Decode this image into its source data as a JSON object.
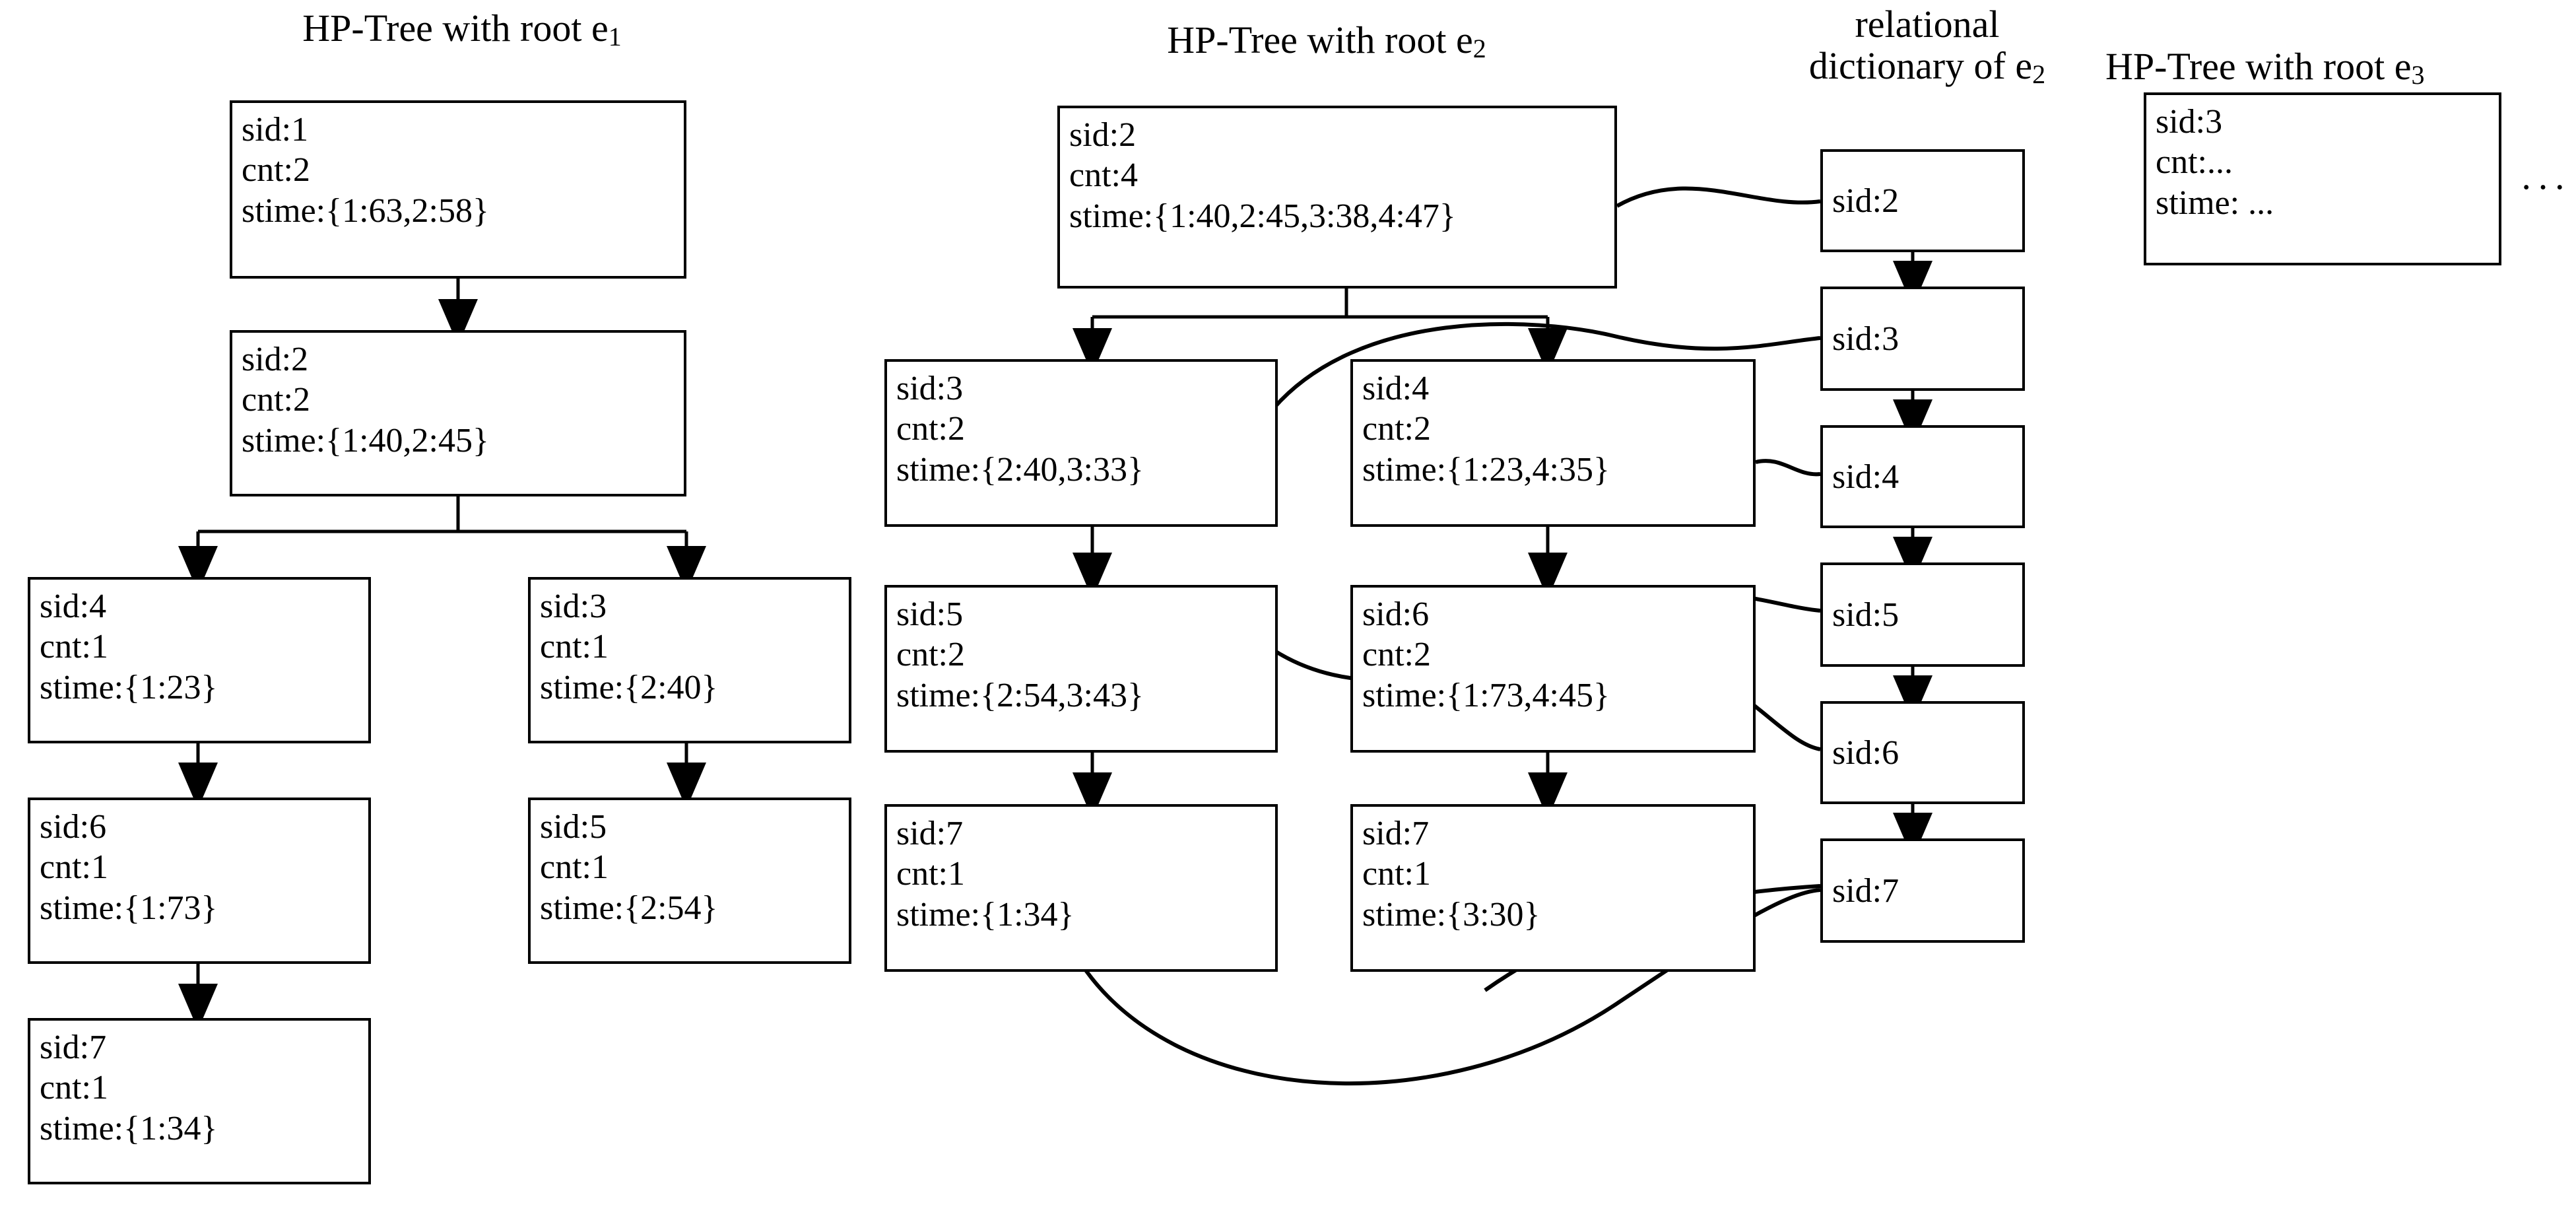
{
  "figure": {
    "background": "#ffffff",
    "stroke": "#000000",
    "ellipsis": "···"
  },
  "titles": {
    "tree1": {
      "text": "HP-Tree with root e",
      "sub": "1"
    },
    "tree2": {
      "text": "HP-Tree with root e",
      "sub": "2"
    },
    "dictionary": {
      "line1": "relational",
      "line2": "dictionary of e",
      "sub": "2"
    },
    "tree3": {
      "text": "HP-Tree with root e",
      "sub": "3"
    }
  },
  "tree1": {
    "nodes": [
      {
        "id": "t1n1",
        "sid": "sid:1",
        "cnt": "cnt:2",
        "stime": "stime:{1:63,2:58}"
      },
      {
        "id": "t1n2",
        "sid": "sid:2",
        "cnt": "cnt:2",
        "stime": "stime:{1:40,2:45}"
      },
      {
        "id": "t1n3",
        "sid": "sid:4",
        "cnt": "cnt:1",
        "stime": "stime:{1:23}"
      },
      {
        "id": "t1n4",
        "sid": "sid:3",
        "cnt": "cnt:1",
        "stime": "stime:{2:40}"
      },
      {
        "id": "t1n5",
        "sid": "sid:6",
        "cnt": "cnt:1",
        "stime": "stime:{1:73}"
      },
      {
        "id": "t1n6",
        "sid": "sid:5",
        "cnt": "cnt:1",
        "stime": "stime:{2:54}"
      },
      {
        "id": "t1n7",
        "sid": "sid:7",
        "cnt": "cnt:1",
        "stime": "stime:{1:34}"
      }
    ]
  },
  "tree2": {
    "nodes": [
      {
        "id": "t2n1",
        "sid": "sid:2",
        "cnt": "cnt:4",
        "stime": "stime:{1:40,2:45,3:38,4:47}"
      },
      {
        "id": "t2n2",
        "sid": "sid:3",
        "cnt": "cnt:2",
        "stime": "stime:{2:40,3:33}"
      },
      {
        "id": "t2n3",
        "sid": "sid:4",
        "cnt": "cnt:2",
        "stime": "stime:{1:23,4:35}"
      },
      {
        "id": "t2n4",
        "sid": "sid:5",
        "cnt": "cnt:2",
        "stime": "stime:{2:54,3:43}"
      },
      {
        "id": "t2n5",
        "sid": "sid:6",
        "cnt": "cnt:2",
        "stime": "stime:{1:73,4:45}"
      },
      {
        "id": "t2n6",
        "sid": "sid:7",
        "cnt": "cnt:1",
        "stime": "stime:{1:34}"
      },
      {
        "id": "t2n7",
        "sid": "sid:7",
        "cnt": "cnt:1",
        "stime": "stime:{3:30}"
      }
    ]
  },
  "dictionary": {
    "entries": [
      {
        "id": "d2",
        "label": "sid:2"
      },
      {
        "id": "d3",
        "label": "sid:3"
      },
      {
        "id": "d4",
        "label": "sid:4"
      },
      {
        "id": "d5",
        "label": "sid:5"
      },
      {
        "id": "d6",
        "label": "sid:6"
      },
      {
        "id": "d7",
        "label": "sid:7"
      }
    ]
  },
  "tree3": {
    "nodes": [
      {
        "id": "t3n1",
        "sid": "sid:3",
        "cnt": "cnt:...",
        "stime": "stime: ..."
      }
    ],
    "more": "···"
  }
}
